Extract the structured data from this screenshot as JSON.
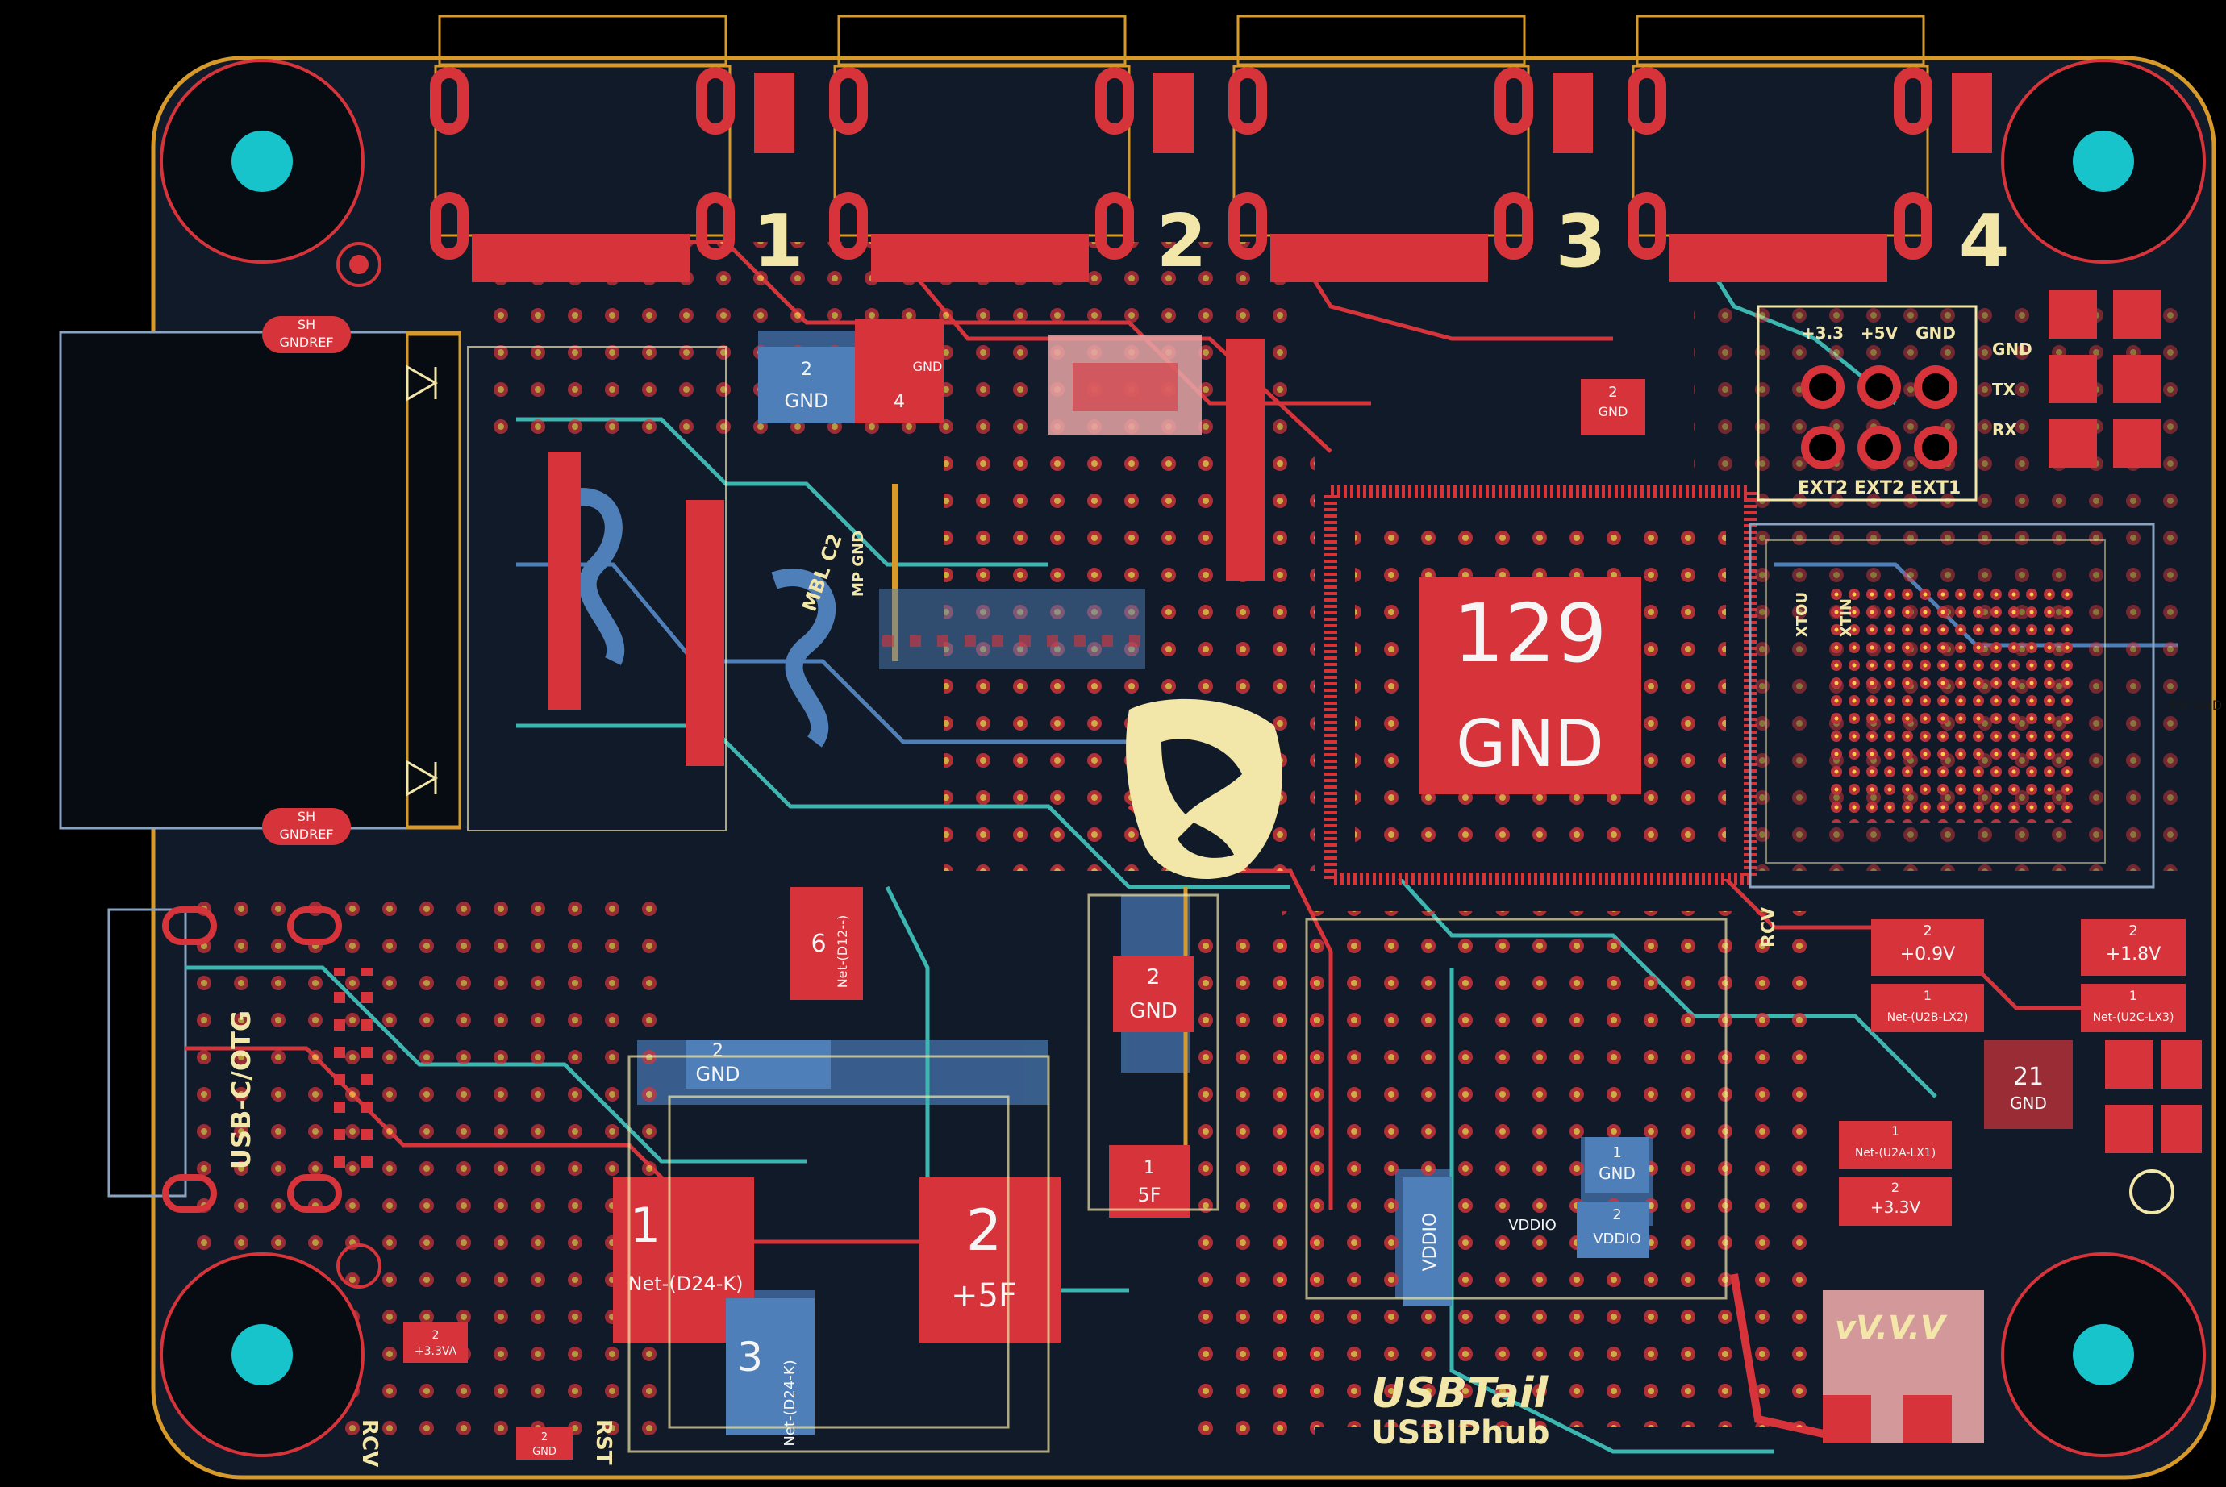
{
  "colors": {
    "background": "#000000",
    "board": "#101a28",
    "copper_front": "#d6343a",
    "copper_back": "#4f7fb8",
    "silkscreen": "#f2e6a8",
    "edge": "#d79a2a",
    "via_drill": "#ffcf4a",
    "mount_hole": "#18c4cc",
    "trace_cyan": "#3bb6b0"
  },
  "port_labels": [
    "1",
    "2",
    "3",
    "4"
  ],
  "header": {
    "power_labels": [
      "+3.3",
      "+5V",
      "GND"
    ],
    "ext_labels": [
      "EXT2",
      "EXT2",
      "EXT1"
    ],
    "uart_labels": [
      "GND",
      "TX",
      "RX"
    ]
  },
  "mcu": {
    "pin_number": "129",
    "net": "GND"
  },
  "product": {
    "name": "USBTail",
    "subtitle": "USBIPhub"
  },
  "silk_labels": {
    "rst": "RST",
    "rcv": "RCV",
    "usb_c": "USB-C/OTG",
    "test_pad": "vV.V.V",
    "mp_gnd_a": "MP GND",
    "mp_gnd_b": "MP GND",
    "mbl": "MBL C2",
    "xtal_a": "XTOU",
    "xtal_b": "XTIN"
  },
  "pads": {
    "sh_top_num": "SH",
    "sh_top_net": "GNDREF",
    "sh_bot_num": "SH",
    "sh_bot_net": "GNDREF",
    "gnd_top_num": "2",
    "gnd_top_net": "GND",
    "reg_top_num": "4",
    "reg_top_net": "GND",
    "gnd_mid_num": "2",
    "gnd_mid_net": "GND",
    "gnd_b_num": "2",
    "gnd_b_net": "GND",
    "gnd_c_num": "2",
    "gnd_c_net": "GND",
    "gnd_d_num": "1",
    "gnd_d_net": "GND",
    "net_d12_num": "6",
    "net_d12_net": "Net-(D12--)",
    "big1_num": "1",
    "big1_net": "Net-(D24-K)",
    "big2_num": "2",
    "big2_net": "+5F",
    "big3_num": "3",
    "big3_net": "Net-(D24-K)",
    "five_f_num": "1",
    "five_f_net": "5F",
    "vddio_a": "VDDIO",
    "vddio_b": "VDDIO",
    "vddio_c_num": "2",
    "vddio_c_net": "VDDIO",
    "v09_num": "2",
    "v09_net": "+0.9V",
    "v09_sub_num": "1",
    "v09_sub_net": "Net-(U2B-LX2)",
    "v18_num": "2",
    "v18_net": "+1.8V",
    "v18_sub_num": "1",
    "v18_sub_net": "Net-(U2C-LX3)",
    "v33_num": "2",
    "v33_net": "+3.3V",
    "v33_sub_num": "1",
    "v33_sub_net": "Net-(U2A-LX1)",
    "pmic_num": "21",
    "pmic_net": "GND",
    "v33a_num": "2",
    "v33a_net": "+3.3VA",
    "rst_num": "2",
    "rst_net": "GND"
  }
}
